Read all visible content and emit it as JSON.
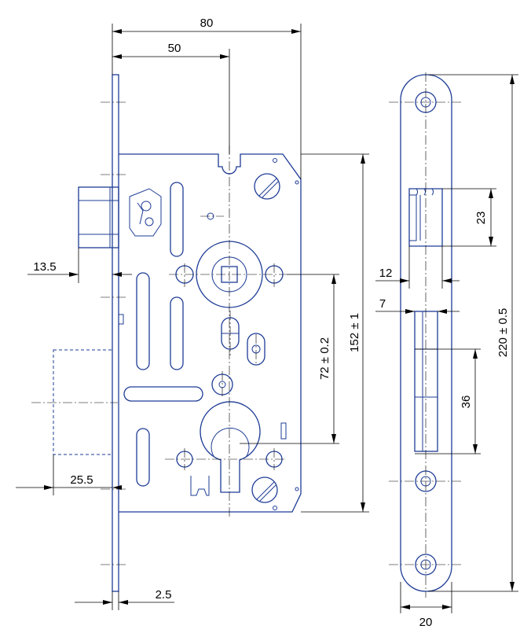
{
  "colors": {
    "line": "#1e3c96",
    "dimension": "#000000",
    "background": "#ffffff"
  },
  "dimensions": {
    "overall_width": "80",
    "backset": "50",
    "latch_projection": "13.5",
    "bolt_projection": "25.5",
    "faceplate_thickness": "2.5",
    "center_distance": "72 ± 0.2",
    "case_height": "152 ± 1",
    "latch_hole_height": "23",
    "latch_hole_width": "12",
    "bolt_hole_width": "7",
    "bolt_hole_height": "36",
    "strike_length": "220 ± 0.5",
    "strike_width": "20"
  }
}
